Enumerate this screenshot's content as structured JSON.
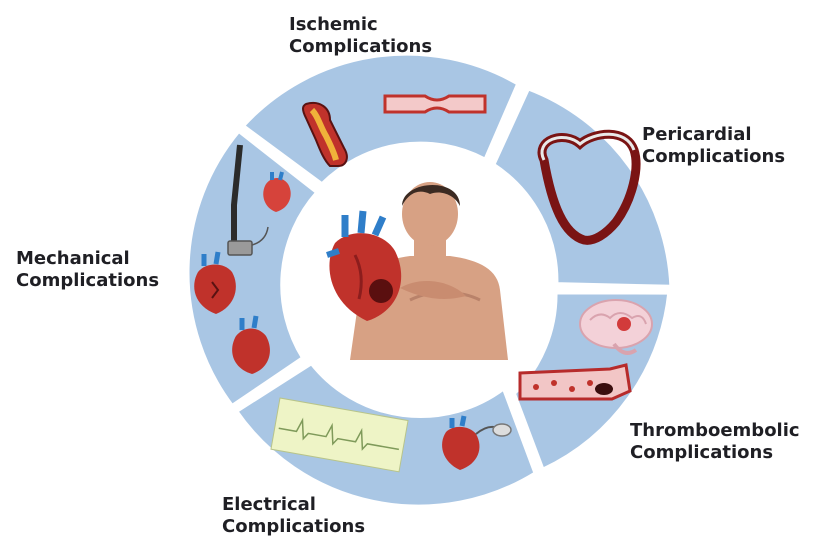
{
  "colors": {
    "segment": "#a9c6e4",
    "background": "#ffffff",
    "label_text": "#1f1f24",
    "heart_red": "#c0322b",
    "vessel_blue": "#2f7ec9",
    "skin": "#d7a184",
    "pericardium": "#7a1414"
  },
  "labels": {
    "ischemic": {
      "line1": "Ischemic",
      "line2": "Complications"
    },
    "pericardial": {
      "line1": "Pericardial",
      "line2": "Complications"
    },
    "mechanical": {
      "line1": "Mechanical",
      "line2": "Complications"
    },
    "thromboembolic": {
      "line1": "Thromboembolic",
      "line2": "Complications"
    },
    "electrical": {
      "line1": "Electrical",
      "line2": "Complications"
    }
  },
  "icons": {
    "center": [
      "heart-icon",
      "patient-chest-pain-icon"
    ],
    "ischemic": [
      "blocked-artery-icon",
      "narrowed-vessel-icon"
    ],
    "pericardial": [
      "pericardium-icon"
    ],
    "thromboembolic": [
      "brain-stroke-icon",
      "clot-vessel-icon"
    ],
    "electrical": [
      "ecg-strip-icon",
      "pacemaker-heart-icon"
    ],
    "mechanical": [
      "endoscope-device-icon",
      "small-heart-icon",
      "ruptured-heart-icon",
      "heart-icon"
    ]
  }
}
